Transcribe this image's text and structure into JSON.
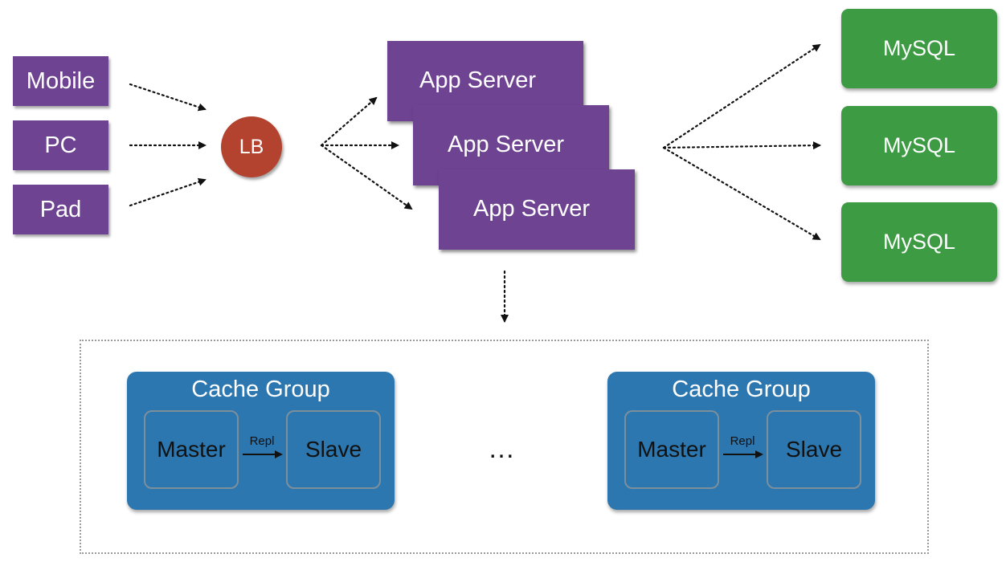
{
  "clients": [
    {
      "id": "mobile",
      "label": "Mobile"
    },
    {
      "id": "pc",
      "label": "PC"
    },
    {
      "id": "pad",
      "label": "Pad"
    }
  ],
  "load_balancer": {
    "label": "LB"
  },
  "app_servers": [
    {
      "label": "App Server"
    },
    {
      "label": "App Server"
    },
    {
      "label": "App Server"
    }
  ],
  "databases": [
    {
      "label": "MySQL"
    },
    {
      "label": "MySQL"
    },
    {
      "label": "MySQL"
    }
  ],
  "cache_groups": [
    {
      "title": "Cache Group",
      "master_label": "Master",
      "slave_label": "Slave",
      "repl_label": "Repl"
    },
    {
      "title": "Cache Group",
      "master_label": "Master",
      "slave_label": "Slave",
      "repl_label": "Repl"
    }
  ],
  "ellipsis": "…",
  "colors": {
    "client": "#6e4391",
    "app_server": "#6e4391",
    "load_balancer": "#b3432f",
    "database": "#3d9b44",
    "cache_group": "#2c77b0"
  }
}
